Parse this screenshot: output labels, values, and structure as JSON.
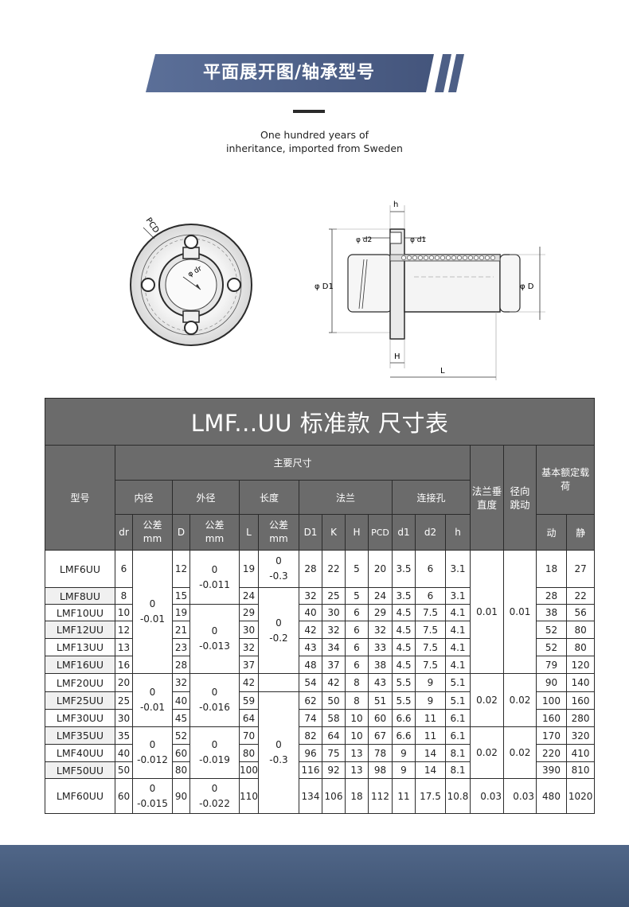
{
  "header": {
    "banner_title": "平面展开图/轴承型号",
    "tagline_line1": "One hundred years of",
    "tagline_line2": "inheritance, imported from Sweden"
  },
  "drawing_labels": {
    "pcd": "PCD",
    "dr": "φ dr",
    "h": "h",
    "d2": "φ d2",
    "d1": "φ d1",
    "D1": "φ D1",
    "D": "φ D",
    "H": "H",
    "L": "L"
  },
  "table": {
    "title": "LMF...UU 标准款 尺寸表",
    "headers": {
      "model": "型号",
      "main_dims": "主要尺寸",
      "flange_perp": "法兰垂直度",
      "radial_runout": "径向跳动",
      "load_rating": "基本额定载荷",
      "inner_dia": "内径",
      "outer_dia": "外径",
      "length": "长度",
      "flange": "法兰",
      "holes": "连接孔",
      "dr": "dr",
      "tol_mm": "公差mm",
      "D": "D",
      "L": "L",
      "D1": "D1",
      "K": "K",
      "H": "H",
      "PCD": "PCD",
      "d1": "d1",
      "d2": "d2",
      "h": "h",
      "dynamic": "动",
      "static": "静"
    },
    "rows": [
      {
        "model": "LMF6UU",
        "dr": "6",
        "D": "12",
        "L": "19",
        "D1": "28",
        "K": "22",
        "H": "5",
        "PCD": "20",
        "d1": "3.5",
        "d2": "6",
        "h": "3.1",
        "dyn": "18",
        "stat": "27"
      },
      {
        "model": "LMF8UU",
        "dr": "8",
        "D": "15",
        "L": "24",
        "D1": "32",
        "K": "25",
        "H": "5",
        "PCD": "24",
        "d1": "3.5",
        "d2": "6",
        "h": "3.1",
        "dyn": "28",
        "stat": "22"
      },
      {
        "model": "LMF10UU",
        "dr": "10",
        "D": "19",
        "L": "29",
        "D1": "40",
        "K": "30",
        "H": "6",
        "PCD": "29",
        "d1": "4.5",
        "d2": "7.5",
        "h": "4.1",
        "dyn": "38",
        "stat": "56"
      },
      {
        "model": "LMF12UU",
        "dr": "12",
        "D": "21",
        "L": "30",
        "D1": "42",
        "K": "32",
        "H": "6",
        "PCD": "32",
        "d1": "4.5",
        "d2": "7.5",
        "h": "4.1",
        "dyn": "52",
        "stat": "80"
      },
      {
        "model": "LMF13UU",
        "dr": "13",
        "D": "23",
        "L": "32",
        "D1": "43",
        "K": "34",
        "H": "6",
        "PCD": "33",
        "d1": "4.5",
        "d2": "7.5",
        "h": "4.1",
        "dyn": "52",
        "stat": "80"
      },
      {
        "model": "LMF16UU",
        "dr": "16",
        "D": "28",
        "L": "37",
        "D1": "48",
        "K": "37",
        "H": "6",
        "PCD": "38",
        "d1": "4.5",
        "d2": "7.5",
        "h": "4.1",
        "dyn": "79",
        "stat": "120"
      },
      {
        "model": "LMF20UU",
        "dr": "20",
        "D": "32",
        "L": "42",
        "D1": "54",
        "K": "42",
        "H": "8",
        "PCD": "43",
        "d1": "5.5",
        "d2": "9",
        "h": "5.1",
        "dyn": "90",
        "stat": "140"
      },
      {
        "model": "LMF25UU",
        "dr": "25",
        "D": "40",
        "L": "59",
        "D1": "62",
        "K": "50",
        "H": "8",
        "PCD": "51",
        "d1": "5.5",
        "d2": "9",
        "h": "5.1",
        "dyn": "100",
        "stat": "160"
      },
      {
        "model": "LMF30UU",
        "dr": "30",
        "D": "45",
        "L": "64",
        "D1": "74",
        "K": "58",
        "H": "10",
        "PCD": "60",
        "d1": "6.6",
        "d2": "11",
        "h": "6.1",
        "dyn": "160",
        "stat": "280"
      },
      {
        "model": "LMF35UU",
        "dr": "35",
        "D": "52",
        "L": "70",
        "D1": "82",
        "K": "64",
        "H": "10",
        "PCD": "67",
        "d1": "6.6",
        "d2": "11",
        "h": "6.1",
        "dyn": "170",
        "stat": "320"
      },
      {
        "model": "LMF40UU",
        "dr": "40",
        "D": "60",
        "L": "80",
        "D1": "96",
        "K": "75",
        "H": "13",
        "PCD": "78",
        "d1": "9",
        "d2": "14",
        "h": "8.1",
        "dyn": "220",
        "stat": "410"
      },
      {
        "model": "LMF50UU",
        "dr": "50",
        "D": "80",
        "L": "100",
        "D1": "116",
        "K": "92",
        "H": "13",
        "PCD": "98",
        "d1": "9",
        "d2": "14",
        "h": "8.1",
        "dyn": "390",
        "stat": "810"
      },
      {
        "model": "LMF60UU",
        "dr": "60",
        "D": "90",
        "L": "110",
        "D1": "134",
        "K": "106",
        "H": "18",
        "PCD": "112",
        "d1": "11",
        "d2": "17.5",
        "h": "10.8",
        "dyn": "480",
        "stat": "1020"
      }
    ],
    "tolerances": {
      "dr_a_1": "0",
      "dr_a_2": "-0.01",
      "dr_b_1": "0",
      "dr_b_2": "-0.01",
      "dr_c_1": "0",
      "dr_c_2": "-0.012",
      "dr_d_1": "0",
      "dr_d_2": "-0.015",
      "D_a_1": "0",
      "D_a_2": "-0.011",
      "D_b_1": "0",
      "D_b_2": "-0.013",
      "D_c_1": "0",
      "D_c_2": "-0.016",
      "D_d_1": "0",
      "D_d_2": "-0.019",
      "D_e_1": "0",
      "D_e_2": "-0.022",
      "L_a_1": "0",
      "L_a_2": "-0.3",
      "L_b_1": "0",
      "L_b_2": "-0.2",
      "L_c_1": "0",
      "L_c_2": "-0.3"
    },
    "flange_values": {
      "perp_a": "0.01",
      "runout_a": "0.01",
      "perp_b": "0.02",
      "runout_b": "0.02",
      "perp_c": "0.02",
      "runout_c": "0.02",
      "perp_d": "0.03",
      "runout_d": "0.03"
    }
  }
}
